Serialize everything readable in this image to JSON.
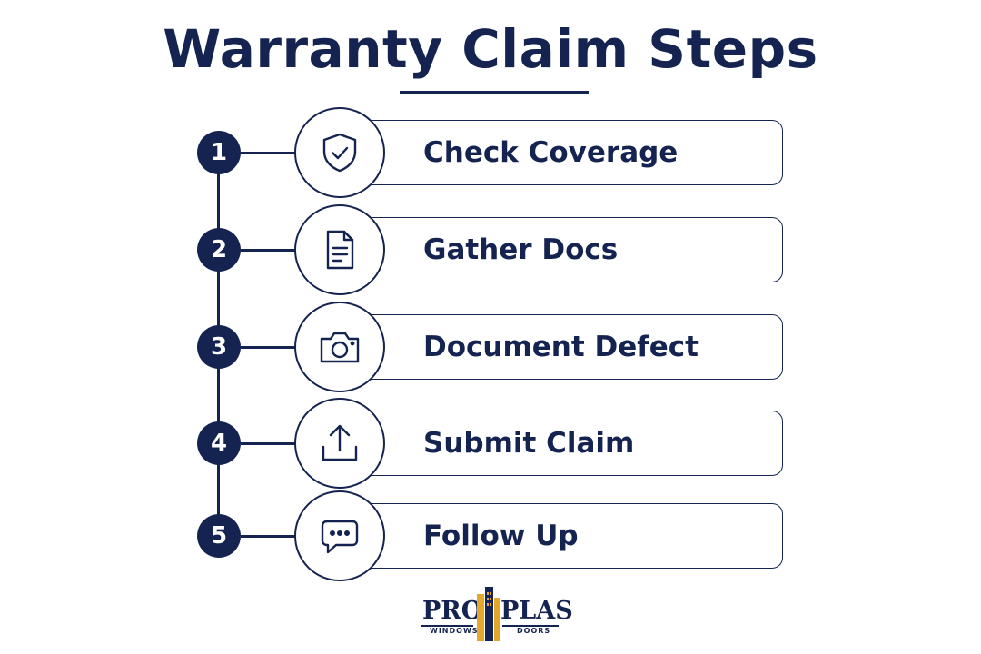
{
  "title": "Warranty Claim Steps",
  "steps": [
    {
      "number": "1",
      "label": "Check Coverage",
      "icon": "shield-check-icon"
    },
    {
      "number": "2",
      "label": "Gather Docs",
      "icon": "document-icon"
    },
    {
      "number": "3",
      "label": "Document Defect",
      "icon": "camera-icon"
    },
    {
      "number": "4",
      "label": "Submit Claim",
      "icon": "upload-icon"
    },
    {
      "number": "5",
      "label": "Follow Up",
      "icon": "chat-bubble-icon"
    }
  ],
  "logo": {
    "left_word": "PRO",
    "right_word": "PLAS",
    "left_sub": "WINDOWS",
    "right_sub": "DOORS"
  },
  "colors": {
    "navy": "#142350",
    "gold": "#E2A72C",
    "background": "#FFFFFF"
  }
}
